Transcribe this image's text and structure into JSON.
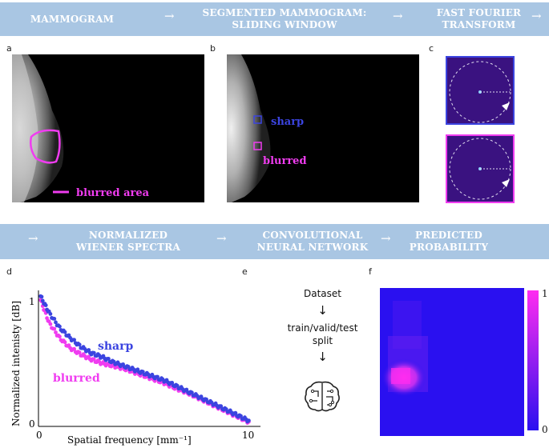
{
  "pipeline_top": {
    "step1": "MAMMOGRAM",
    "step2_line1": "SEGMENTED MAMMOGRAM:",
    "step2_line2": "SLIDING WINDOW",
    "step3_line1": "FAST FOURIER",
    "step3_line2": "TRANSFORM",
    "arrow": "→"
  },
  "pipeline_bottom": {
    "step4_line1": "NORMALIZED",
    "step4_line2": "WIENER SPECTRA",
    "step5_line1": "CONVOLUTIONAL",
    "step5_line2": "NEURAL NETWORK",
    "step6_line1": "PREDICTED",
    "step6_line2": "PROBABILITY",
    "arrow": "→"
  },
  "panels": {
    "a": "a",
    "b": "b",
    "c": "c",
    "d": "d",
    "e": "e",
    "f": "f"
  },
  "panel_a": {
    "legend_label": "blurred area"
  },
  "panel_b": {
    "sharp_label": "sharp",
    "blurred_label": "blurred"
  },
  "panel_e": {
    "dataset": "Dataset",
    "split_line1": "train/valid/test",
    "split_line2": "split",
    "arrow": "↓"
  },
  "panel_f": {
    "scale_max": "1",
    "scale_min": "0"
  },
  "colors": {
    "band": "#a9c6e3",
    "sharp": "#3b44e0",
    "blurred": "#f03cf0",
    "fft_bg": "#3a1280",
    "heat_low": "#2a10f0",
    "heat_high": "#ff2cf0"
  },
  "chart_data": {
    "type": "scatter",
    "xlabel": "Spatial frequency [mm⁻¹]",
    "ylabel": "Normalized intenisty [dB]",
    "xlim": [
      0,
      10
    ],
    "ylim": [
      0,
      1
    ],
    "x_ticks": [
      "0",
      "10"
    ],
    "y_ticks": [
      "0",
      "1"
    ],
    "series": [
      {
        "name": "sharp",
        "color": "#3b44e0",
        "x": [
          0.1,
          0.5,
          1,
          1.5,
          2,
          2.5,
          3,
          3.5,
          4,
          4.5,
          5,
          5.5,
          6,
          6.5,
          7,
          7.5,
          8,
          8.5,
          9,
          9.5,
          10
        ],
        "y": [
          1.03,
          0.9,
          0.78,
          0.7,
          0.63,
          0.58,
          0.55,
          0.51,
          0.48,
          0.45,
          0.42,
          0.39,
          0.36,
          0.32,
          0.28,
          0.24,
          0.2,
          0.16,
          0.12,
          0.08,
          0.04
        ]
      },
      {
        "name": "blurred",
        "color": "#f03cf0",
        "x": [
          0.1,
          0.5,
          1,
          1.5,
          2,
          2.5,
          3,
          3.5,
          4,
          4.5,
          5,
          5.5,
          6,
          6.5,
          7,
          7.5,
          8,
          8.5,
          9,
          9.5,
          10
        ],
        "y": [
          1.0,
          0.82,
          0.7,
          0.62,
          0.57,
          0.53,
          0.5,
          0.48,
          0.46,
          0.43,
          0.4,
          0.37,
          0.34,
          0.3,
          0.27,
          0.23,
          0.19,
          0.15,
          0.11,
          0.07,
          0.03
        ]
      }
    ]
  }
}
